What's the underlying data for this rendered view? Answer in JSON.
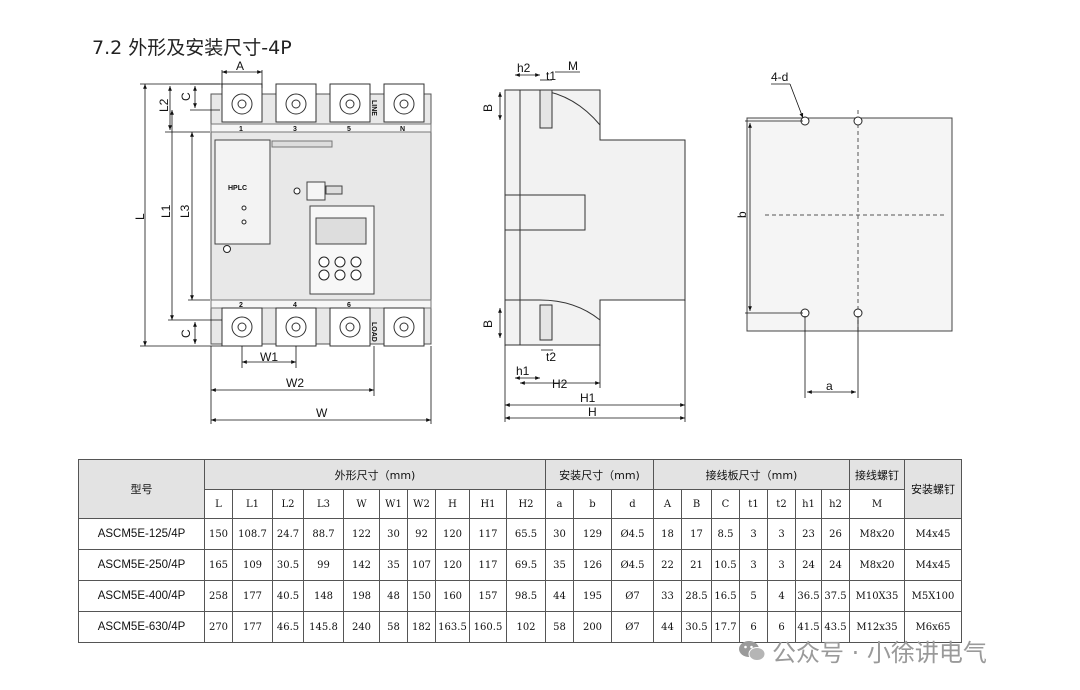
{
  "title": "7.2 外形及安装尺寸-4P",
  "front": {
    "labels": {
      "A": "A",
      "C_top": "C",
      "L2": "L2",
      "L": "L",
      "L1": "L1",
      "L3": "L3",
      "C_bot": "C",
      "W1": "W1",
      "W2": "W2",
      "W": "W"
    },
    "terminals_top": [
      "1",
      "3",
      "5",
      "N"
    ],
    "terminals_bot": [
      "2",
      "4",
      "6"
    ],
    "side_top": "LINE",
    "side_bot": "LOAD",
    "brand": "HPLC"
  },
  "side": {
    "labels": {
      "h2": "h2",
      "t1": "t1",
      "M": "M",
      "B_top": "B",
      "B_bot": "B",
      "t2": "t2",
      "h1": "h1",
      "H2": "H2",
      "H1": "H1",
      "H": "H"
    }
  },
  "mount": {
    "labels": {
      "d": "4-d",
      "b": "b",
      "a": "a"
    }
  },
  "table": {
    "model_header": "型号",
    "groups": [
      "外形尺寸（mm)",
      "安装尺寸（mm)",
      "接线板尺寸（mm)",
      "接线螺钉",
      "安装螺钉"
    ],
    "columns": [
      "L",
      "L1",
      "L2",
      "L3",
      "W",
      "W1",
      "W2",
      "H",
      "H1",
      "H2",
      "a",
      "b",
      "d",
      "A",
      "B",
      "C",
      "t1",
      "t2",
      "h1",
      "h2",
      "M"
    ],
    "rows": [
      {
        "model": "ASCM5E-125/4P",
        "cells": [
          "150",
          "108.7",
          "24.7",
          "88.7",
          "122",
          "30",
          "92",
          "120",
          "117",
          "65.5",
          "30",
          "129",
          "Ø4.5",
          "18",
          "17",
          "8.5",
          "3",
          "3",
          "23",
          "26",
          "M8x20",
          "M4x45"
        ]
      },
      {
        "model": "ASCM5E-250/4P",
        "cells": [
          "165",
          "109",
          "30.5",
          "99",
          "142",
          "35",
          "107",
          "120",
          "117",
          "69.5",
          "35",
          "126",
          "Ø4.5",
          "22",
          "21",
          "10.5",
          "3",
          "3",
          "24",
          "24",
          "M8x20",
          "M4x45"
        ]
      },
      {
        "model": "ASCM5E-400/4P",
        "cells": [
          "258",
          "177",
          "40.5",
          "148",
          "198",
          "48",
          "150",
          "160",
          "157",
          "98.5",
          "44",
          "195",
          "Ø7",
          "33",
          "28.5",
          "16.5",
          "5",
          "4",
          "36.5",
          "37.5",
          "M10X35",
          "M5X100"
        ]
      },
      {
        "model": "ASCM5E-630/4P",
        "cells": [
          "270",
          "177",
          "46.5",
          "145.8",
          "240",
          "58",
          "182",
          "163.5",
          "160.5",
          "102",
          "58",
          "200",
          "Ø7",
          "44",
          "30.5",
          "17.7",
          "6",
          "6",
          "41.5",
          "43.5",
          "M12x35",
          "M6x65"
        ]
      }
    ]
  },
  "watermark": "公众号 · 小徐讲电气"
}
